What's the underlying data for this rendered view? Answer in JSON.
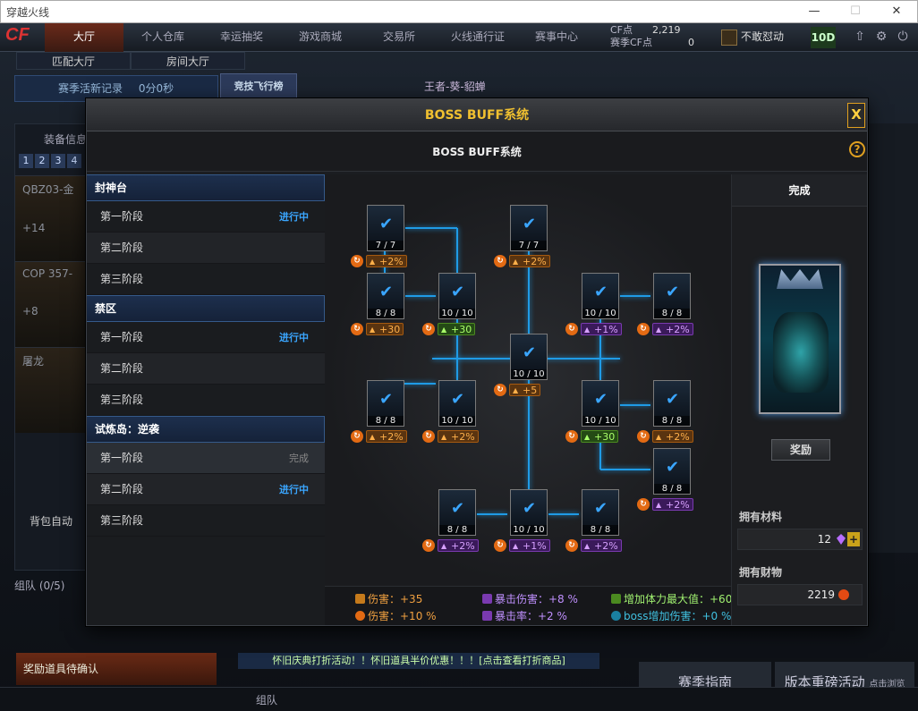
{
  "window": {
    "title": "穿越火线",
    "minimize": "—",
    "maximize": "☐",
    "close": "✕"
  },
  "topnav": {
    "logo": "CF",
    "items": [
      "大厅",
      "个人仓库",
      "幸运抽奖",
      "游戏商城",
      "交易所",
      "火线通行证",
      "赛事中心"
    ],
    "cf_label": "CF点",
    "cf_value": "2,219",
    "season_cf_label": "赛季CF点",
    "season_cf_value": "0",
    "rank_title": "不敢怼动",
    "level": "10D"
  },
  "subnav": [
    "匹配大厅",
    "房间大厅"
  ],
  "season_record": {
    "label": "赛季活新记录",
    "value": "0分0秒"
  },
  "rank_board": "竞技飞行榜",
  "king_label": "王者-葵-貂蝉",
  "left_panel": {
    "header": "装备信息",
    "tabs": [
      "1",
      "2",
      "3",
      "4"
    ],
    "weapons": [
      {
        "name": "QBZ03-金",
        "extra": "+14"
      },
      {
        "name": "COP 357-",
        "extra": "+8"
      },
      {
        "name": "屠龙",
        "extra": ""
      }
    ],
    "bag_auto": "背包自动",
    "team": "组队 (0/5)"
  },
  "award_confirm": "奖励道具待确认",
  "ticker": "怀旧庆典打折活动！！怀旧道具半价优惠！！！[点击查看打折商品]",
  "bottom": {
    "team": "组队"
  },
  "season_guide": "赛季指南",
  "version_event": "版本重磅活动",
  "version_event_sub": "点击浏览",
  "dialog": {
    "title": "BOSS BUFF系统",
    "close": "X",
    "subtitle": "BOSS BUFF系统",
    "help": "?",
    "groups": [
      {
        "name": "封神台",
        "stages": [
          {
            "label": "第一阶段",
            "status": "进行中"
          },
          {
            "label": "第二阶段",
            "status": ""
          },
          {
            "label": "第三阶段",
            "status": ""
          }
        ]
      },
      {
        "name": "禁区",
        "stages": [
          {
            "label": "第一阶段",
            "status": "进行中"
          },
          {
            "label": "第二阶段",
            "status": ""
          },
          {
            "label": "第三阶段",
            "status": ""
          }
        ]
      },
      {
        "name": "试炼岛：逆袭",
        "stages": [
          {
            "label": "第一阶段",
            "status": "完成"
          },
          {
            "label": "第二阶段",
            "status": "进行中"
          },
          {
            "label": "第三阶段",
            "status": ""
          }
        ]
      }
    ],
    "nodes": [
      {
        "count": "7 / 7",
        "buff": "+2%",
        "type": "orange"
      },
      {
        "count": "7 / 7",
        "buff": "+2%",
        "type": "orange"
      },
      {
        "count": "8 / 8",
        "buff": "+30",
        "type": "orange"
      },
      {
        "count": "10 / 10",
        "buff": "+30",
        "type": "green"
      },
      {
        "count": "10 / 10",
        "buff": "+1%",
        "type": "purple"
      },
      {
        "count": "8 / 8",
        "buff": "+2%",
        "type": "purple"
      },
      {
        "count": "10 / 10",
        "buff": "+5",
        "type": "orange"
      },
      {
        "count": "8 / 8",
        "buff": "+2%",
        "type": "orange"
      },
      {
        "count": "10 / 10",
        "buff": "+2%",
        "type": "orange"
      },
      {
        "count": "10 / 10",
        "buff": "+30",
        "type": "green"
      },
      {
        "count": "8 / 8",
        "buff": "+2%",
        "type": "orange"
      },
      {
        "count": "8 / 8",
        "buff": "+2%",
        "type": "purple"
      },
      {
        "count": "8 / 8",
        "buff": "+2%",
        "type": "purple"
      },
      {
        "count": "10 / 10",
        "buff": "+1%",
        "type": "purple"
      },
      {
        "count": "8 / 8",
        "buff": "+2%",
        "type": "purple"
      }
    ],
    "legend": [
      {
        "text": "伤害：+35",
        "type": "orange"
      },
      {
        "text": "暴击伤害：+8 %",
        "type": "purple"
      },
      {
        "text": "增加体力最大值：+60",
        "type": "green"
      },
      {
        "text": "伤害：+10 %",
        "type": "orange2"
      },
      {
        "text": "暴击率：+2 %",
        "type": "purple"
      },
      {
        "text": "boss增加伤害：+0 %",
        "type": "cyan"
      }
    ],
    "reward": {
      "status": "完成",
      "button": "奖励",
      "material_label": "拥有材料",
      "material_value": "12",
      "wealth_label": "拥有财物",
      "wealth_value": "2219",
      "plus": "+"
    }
  }
}
